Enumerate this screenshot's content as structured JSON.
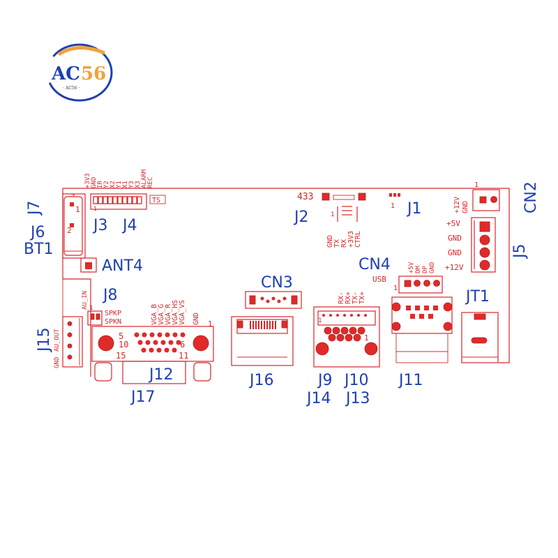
{
  "logo": {
    "main_a": "AC",
    "main_b": "56",
    "sub": "· AC56 ·"
  },
  "colors": {
    "label_blue": "#1f3fb0",
    "silkscreen_red": "#d8262a",
    "logo_orange": "#f2a23a"
  },
  "connectors": {
    "J7": "J7",
    "J6": "J6",
    "BT1": "BT1",
    "J3": "J3",
    "J4": "J4",
    "ANT4": "ANT4",
    "J2": "J2",
    "J1": "J1",
    "CN2": "CN2",
    "J5": "J5",
    "CN4": "CN4",
    "JT1": "JT1",
    "CN3": "CN3",
    "J8": "J8",
    "J15": "J15",
    "J12": "J12",
    "J17": "J17",
    "J16": "J16",
    "J9": "J9",
    "J10": "J10",
    "J14": "J14",
    "J13": "J13",
    "J11": "J11"
  },
  "pin_labels": {
    "j3_header": [
      "+3V3",
      "GND",
      "IR",
      "Y2",
      "X2",
      "Y1",
      "X1",
      "Y3",
      "X3",
      "ALARM",
      "REC"
    ],
    "ts": "TS",
    "j2_433": "433",
    "j2_pins": [
      "GND",
      "TX",
      "RX",
      "+3V3",
      "CTRL"
    ],
    "j2_pin1": "1",
    "j1_pin1": "1",
    "cn2_pins": [
      "+12V",
      "GND"
    ],
    "cn2_pin1": "1",
    "j5_pins": [
      "+5V",
      "GND",
      "GND",
      "+12V"
    ],
    "cn4_usb": "USB",
    "cn4_pins": [
      "+5V",
      "DM",
      "DP",
      "GND"
    ],
    "cn4_pin1": "1",
    "j9_pins": [
      "RX-",
      "RX+",
      "TX-",
      "TX+"
    ],
    "j9_pin1": "1",
    "j9_pin1b": "1",
    "j8_pins": [
      "SPKP",
      "SPKN"
    ],
    "j8_pin1": "1",
    "j15_left": [
      "GND",
      "AU_OUT"
    ],
    "j15_right": "AU_IN",
    "vga_pins": [
      "VGA_B",
      "VGA_G",
      "VGA_R",
      "VGA_HS",
      "VGA_VS",
      "GND"
    ],
    "vga_pin1": "1",
    "vga_nums": [
      "5",
      "10",
      "15",
      "6",
      "11"
    ],
    "bt1_nums": [
      "1",
      "2"
    ]
  }
}
